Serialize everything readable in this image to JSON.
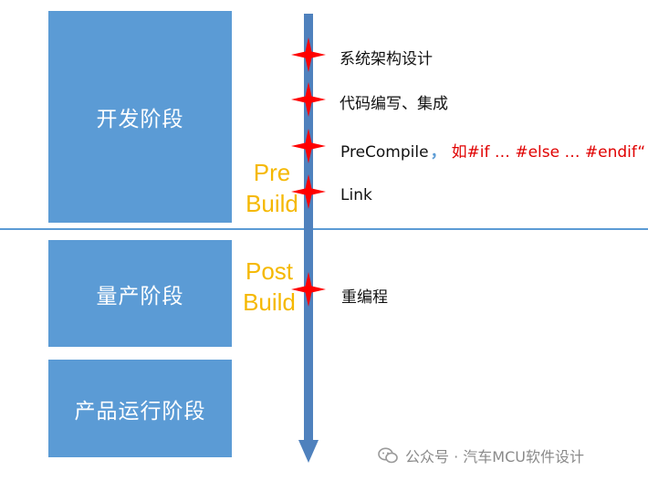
{
  "phases": {
    "development": "开发阶段",
    "mass_production": "量产阶段",
    "operation": "产品运行阶段"
  },
  "build": {
    "pre": "Pre\nBuild",
    "post": "Post\nBuild"
  },
  "steps": {
    "architecture": "系统架构设计",
    "coding": "代码编写、集成",
    "precompile": "PreCompile",
    "precompile_sep": "，",
    "precompile_example": "如#if … #else … #endif“",
    "link": "Link",
    "reprogramming": "重编程"
  },
  "watermark": "公众号 · 汽车MCU软件设计",
  "colors": {
    "phase_box": "#5b9bd5",
    "timeline": "#4f81bd",
    "star": "#ff0000",
    "build_label": "#f5b800",
    "example_text": "#e00000"
  }
}
